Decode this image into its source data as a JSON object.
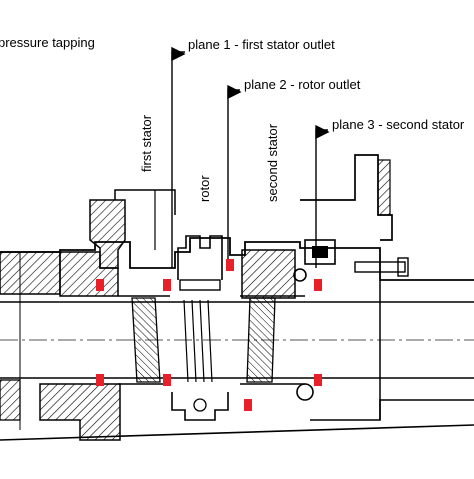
{
  "labels": {
    "pressure_tapping": "pressure tapping",
    "plane1": "plane 1 - first stator outlet",
    "plane2": "plane 2 - rotor outlet",
    "plane3": "plane 3 - second stator",
    "first_stator": "first stator",
    "rotor": "rotor",
    "second_stator": "second stator"
  },
  "colors": {
    "line": "#000000",
    "hatch": "#000000",
    "tap": "#e8202a",
    "centerline": "#555555"
  }
}
